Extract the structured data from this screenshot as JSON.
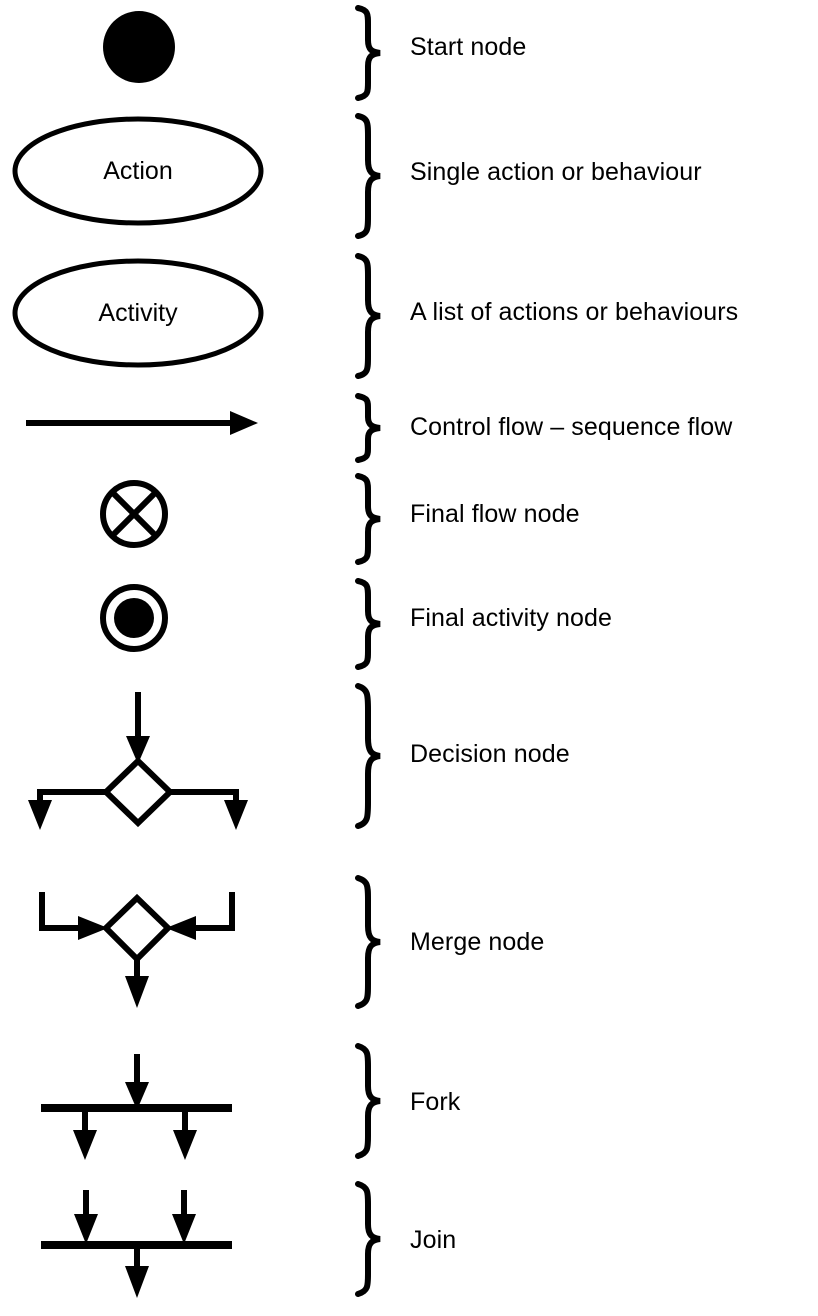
{
  "diagram": {
    "title_visible": false,
    "ink_color": "#000000",
    "background_color": "#ffffff",
    "rows": [
      {
        "id": "start-node",
        "symbol": "filled-circle",
        "symbol_label": "",
        "label": "Start node",
        "brace": "}"
      },
      {
        "id": "action",
        "symbol": "ellipse",
        "symbol_label": "Action",
        "label": "Single action or behaviour",
        "brace": "}"
      },
      {
        "id": "activity",
        "symbol": "ellipse",
        "symbol_label": "Activity",
        "label": "A list of actions or behaviours",
        "brace": "}"
      },
      {
        "id": "control-flow",
        "symbol": "right-arrow",
        "symbol_label": "",
        "label": "Control flow – sequence flow",
        "brace": "}"
      },
      {
        "id": "final-flow-node",
        "symbol": "circle-with-cross",
        "symbol_label": "",
        "label": "Final flow node",
        "brace": "}"
      },
      {
        "id": "final-activity-node",
        "symbol": "circle-with-filled-dot",
        "symbol_label": "",
        "label": "Final activity node",
        "brace": "}"
      },
      {
        "id": "decision-node",
        "symbol": "diamond-one-in-two-out",
        "symbol_label": "",
        "label": "Decision node",
        "brace": "}"
      },
      {
        "id": "merge-node",
        "symbol": "diamond-two-in-one-out",
        "symbol_label": "",
        "label": "Merge node",
        "brace": "}"
      },
      {
        "id": "fork",
        "symbol": "bar-one-in-two-out",
        "symbol_label": "",
        "label": "Fork",
        "brace": "}"
      },
      {
        "id": "join",
        "symbol": "bar-two-in-one-out",
        "symbol_label": "",
        "label": "Join",
        "brace": "}"
      }
    ]
  }
}
